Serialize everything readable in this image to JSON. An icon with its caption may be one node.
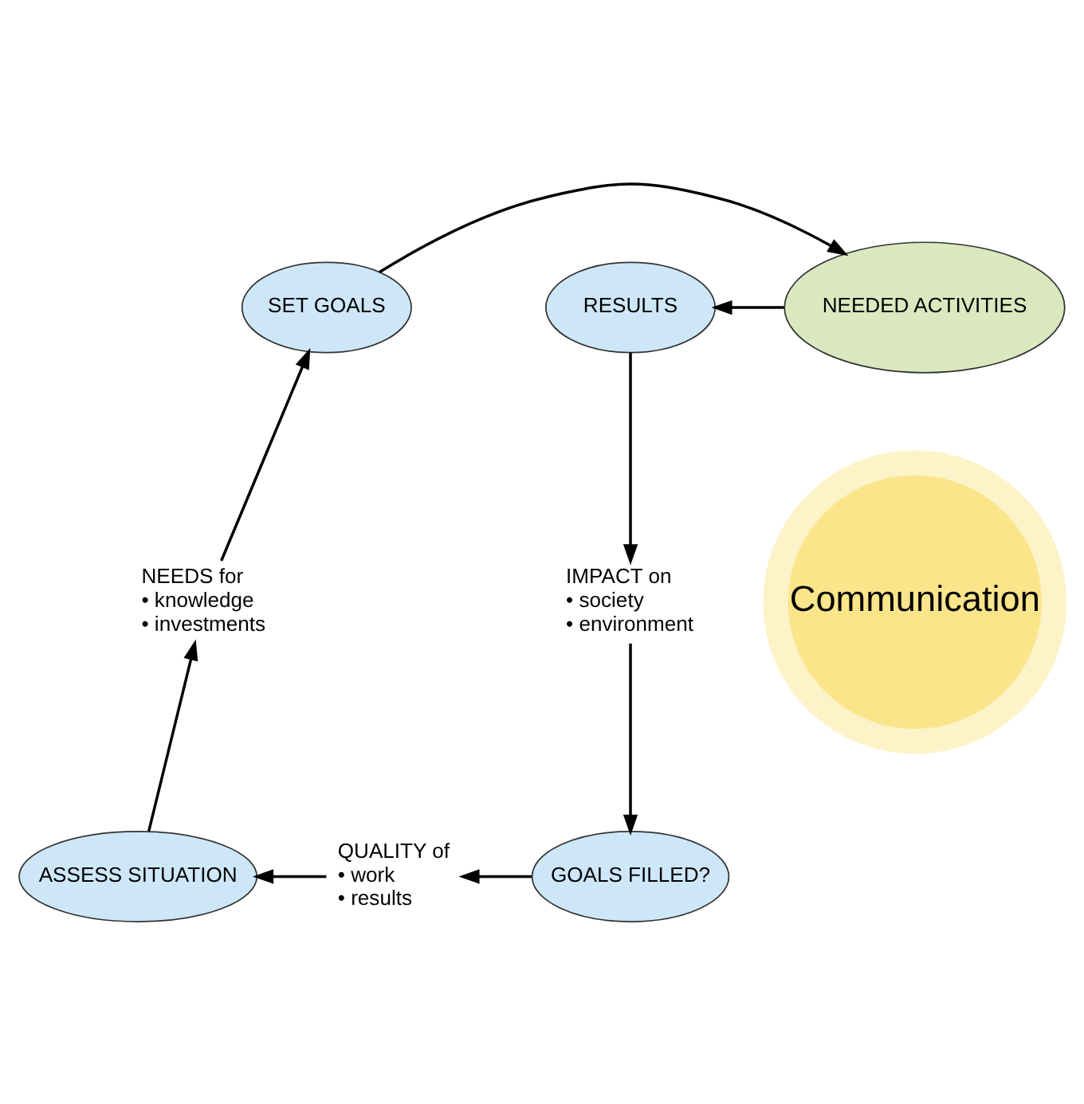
{
  "diagram": {
    "nodes": [
      {
        "text": [
          "SET GOALS"
        ]
      },
      {
        "text": [
          "NEEDED ACTIVITIES"
        ]
      },
      {
        "text": [
          "RESULTS"
        ]
      },
      {
        "text": [
          "IMPACT on",
          "• society",
          "• environment"
        ]
      },
      {
        "text": [
          "GOALS FILLED?"
        ]
      },
      {
        "text": [
          "QUALITY of",
          "• work",
          "• results"
        ]
      },
      {
        "text": [
          "ASSESS SITUATION"
        ]
      },
      {
        "text": [
          "NEEDS for",
          "• knowledge",
          "• investments"
        ]
      },
      {
        "text": [
          "Communication"
        ]
      }
    ],
    "edges": [
      {
        "from": 0,
        "to": 1,
        "arrow": "to"
      },
      {
        "from": 1,
        "to": 2,
        "arrow": "to"
      },
      {
        "from": 2,
        "to": 3,
        "arrow": "to"
      },
      {
        "from": 3,
        "to": 4,
        "arrow": "to"
      },
      {
        "from": 4,
        "to": 5,
        "arrow": "to"
      },
      {
        "from": 5,
        "to": 6,
        "arrow": "to"
      },
      {
        "from": 6,
        "to": 7,
        "arrow": "to"
      },
      {
        "from": 7,
        "to": 0,
        "arrow": "to"
      }
    ]
  }
}
